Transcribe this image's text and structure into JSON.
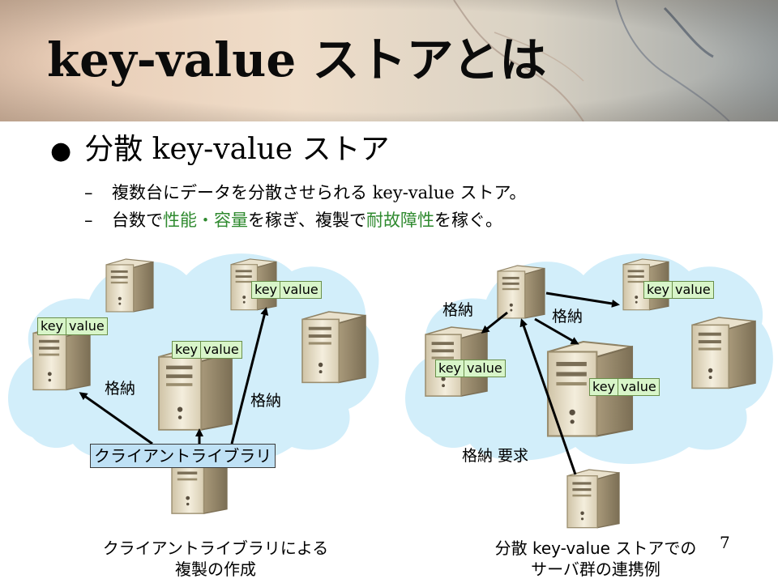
{
  "title": "key-value ストアとは",
  "bullet": {
    "prefix": "分散 ",
    "en": "key-value",
    "suffix": " ストア"
  },
  "subbullets": {
    "dash": "–",
    "line1": {
      "pre": "複数台にデータを分散させられる ",
      "en": "key-value",
      "post": " ストア。"
    },
    "line2": {
      "p1": "台数で",
      "g1": "性能・容量",
      "p2": "を稼ぎ、複製で",
      "g2": "耐故障性",
      "p3": "を稼ぐ。"
    }
  },
  "kv": {
    "key": "key",
    "value": "value"
  },
  "labels": {
    "store": "格納",
    "store_request": "格納 要求"
  },
  "client_library": "クライアントライブラリ",
  "captions": {
    "left_line1": "クライアントライブラリによる",
    "left_line2": "複製の作成",
    "right_line1": "分散 key-value ストアでの",
    "right_line2": "サーバ群の連携例"
  },
  "page_number": "7",
  "colors": {
    "cloud": "#d2eefa",
    "kv_fill": "#d8f5c9",
    "client_lib_fill": "#bfe1f5",
    "highlight_green": "#2f8a2f"
  }
}
